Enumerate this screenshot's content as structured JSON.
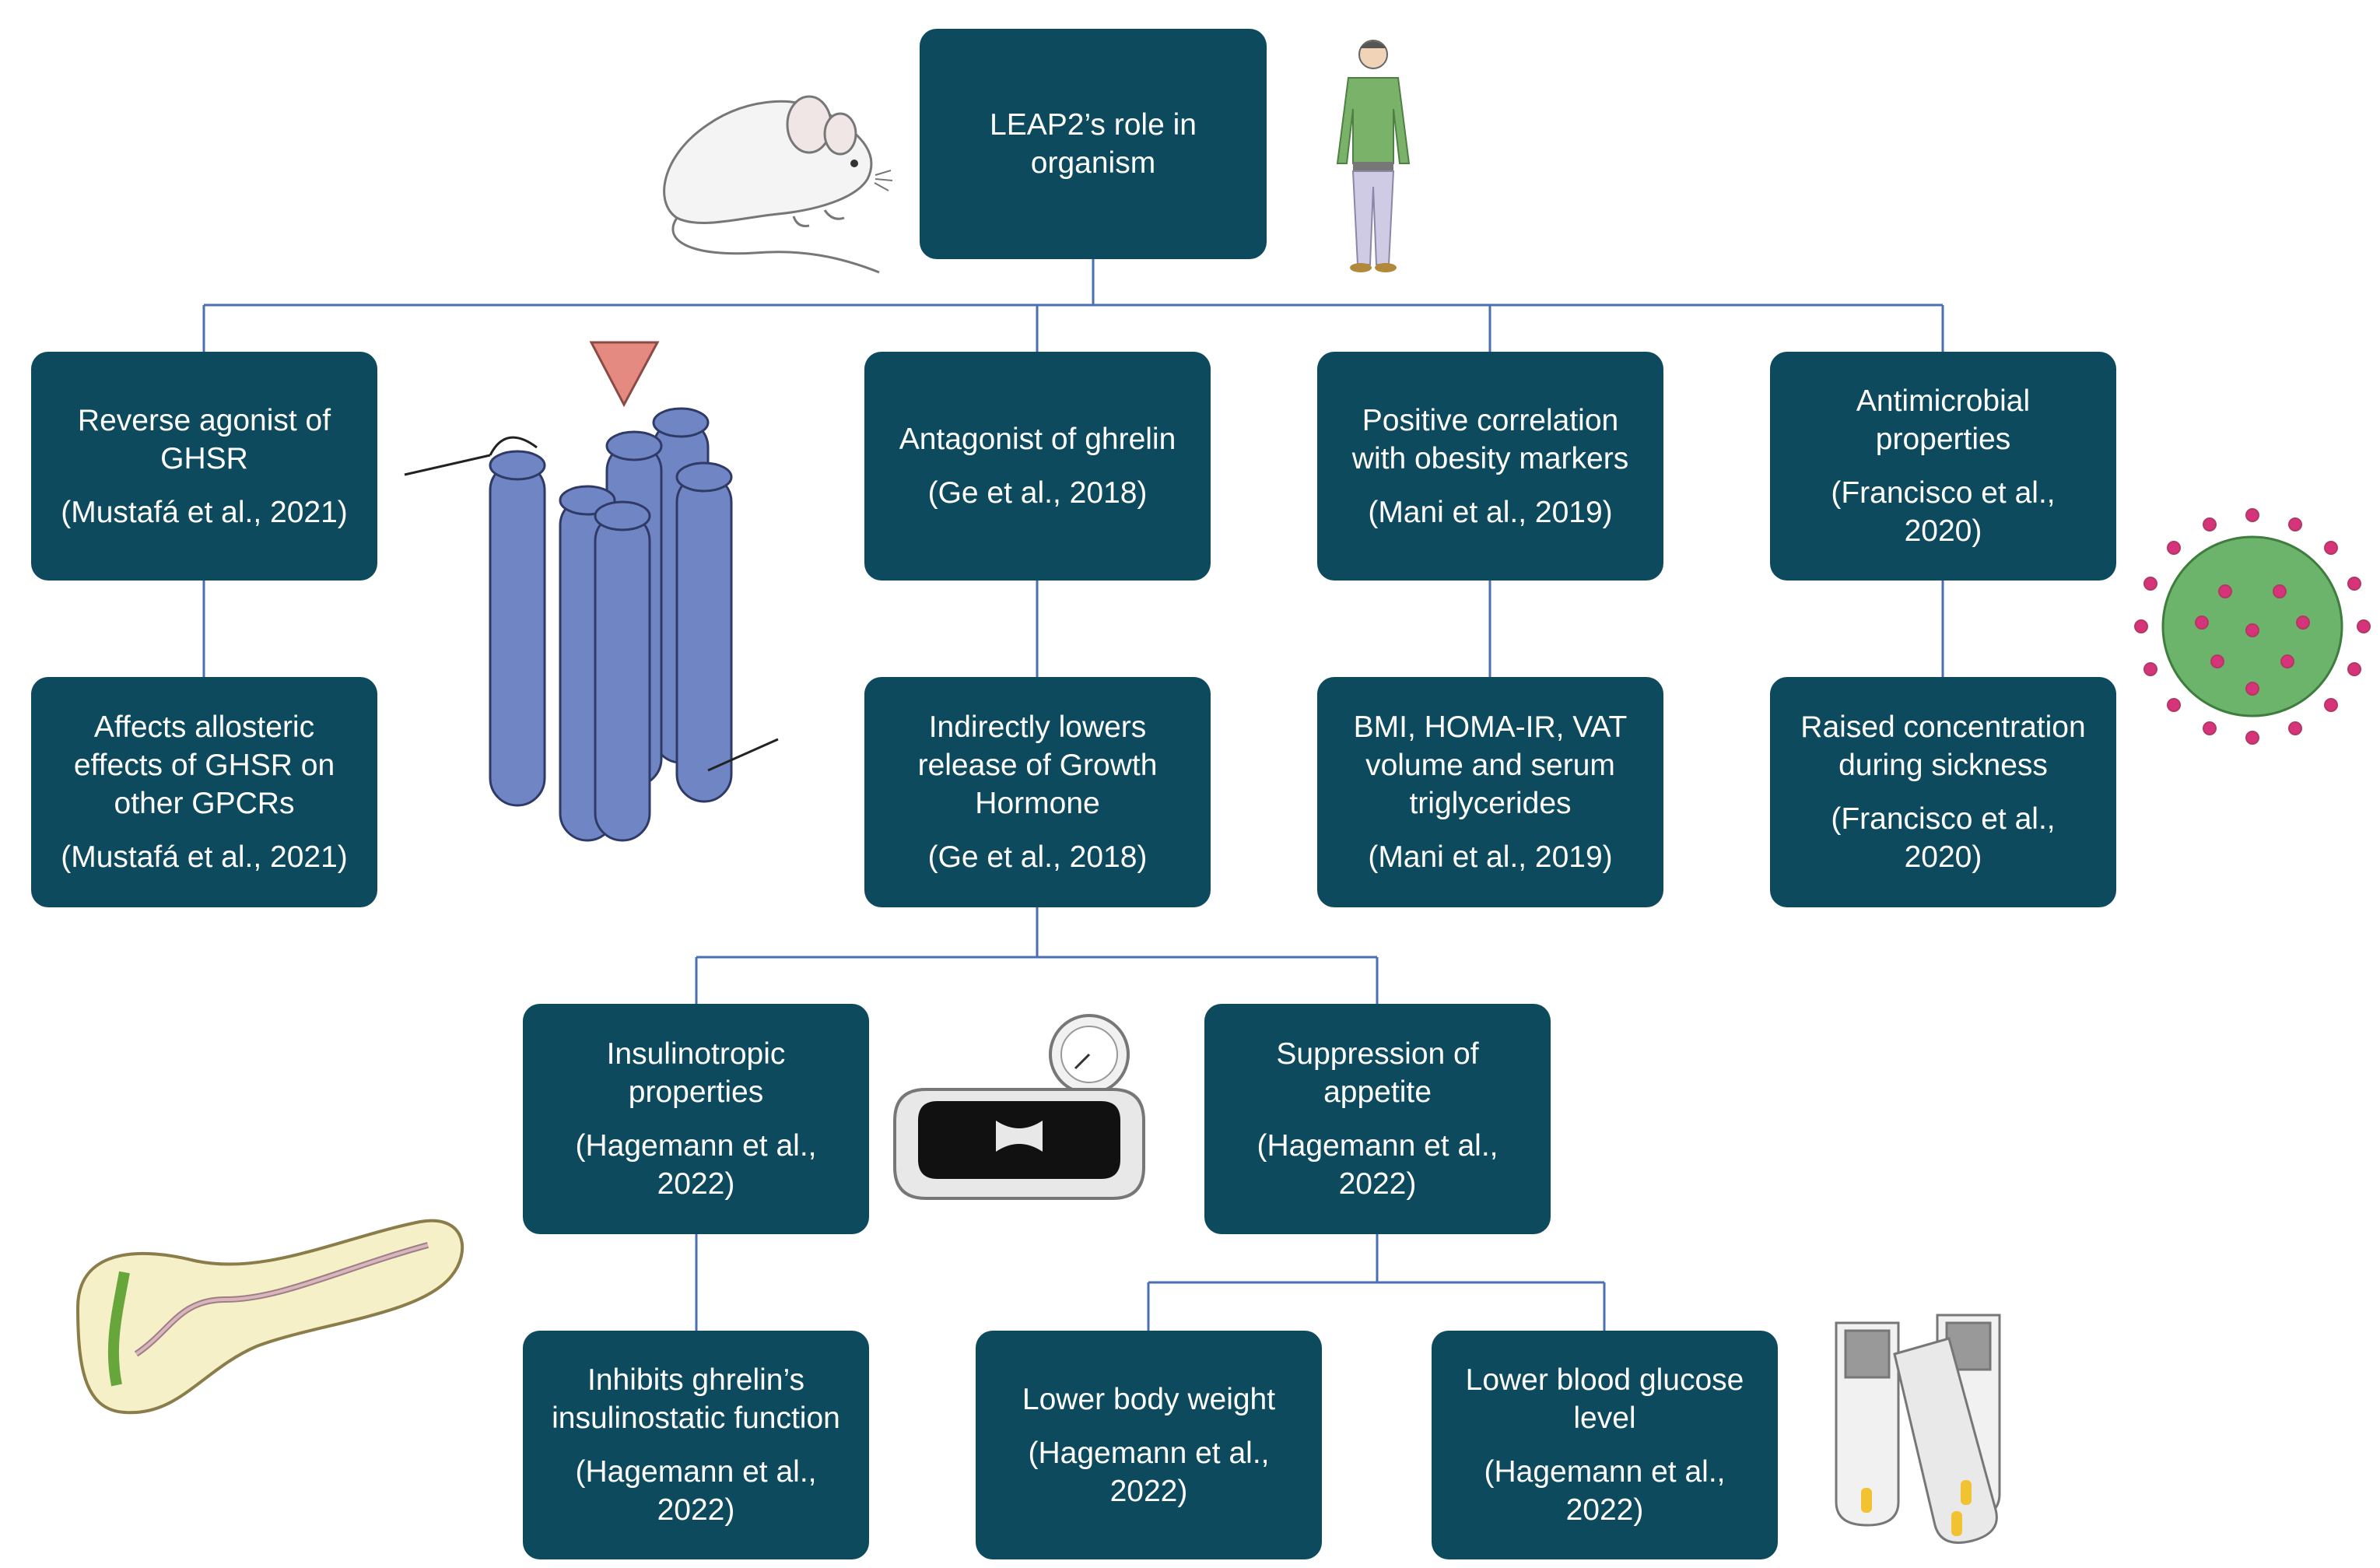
{
  "root": {
    "title": "LEAP2’s role in\norganism"
  },
  "branches": {
    "ghsr": {
      "title": "Reverse agonist of\nGHSR",
      "cite": "(Mustafá et al., 2021)"
    },
    "ghsr_child": {
      "title": "Affects allosteric\neffects of GHSR on\nother GPCRs",
      "cite": "(Mustafá et al., 2021)"
    },
    "ghrelin": {
      "title": "Antagonist of ghrelin",
      "cite": "(Ge et al., 2018)"
    },
    "ghrelin_child": {
      "title": "Indirectly lowers\nrelease of Growth\nHormone",
      "cite": "(Ge et al., 2018)"
    },
    "obesity": {
      "title": "Positive correlation\nwith obesity markers",
      "cite": "(Mani et al., 2019)"
    },
    "obesity_child": {
      "title": "BMI, HOMA-IR, VAT\nvolume and serum\ntriglycerides",
      "cite": "(Mani et al., 2019)"
    },
    "antimicrobial": {
      "title": "Antimicrobial\nproperties",
      "cite": "(Francisco et al.,\n2020)"
    },
    "antimicrobial_child": {
      "title": "Raised concentration\nduring sickness",
      "cite": "(Francisco et al.,\n2020)"
    },
    "insulinotropic": {
      "title": "Insulinotropic\nproperties",
      "cite": "(Hagemann et al.,\n2022)"
    },
    "insulinotropic_child": {
      "title": "Inhibits ghrelin’s\ninsulinostatic function",
      "cite": "(Hagemann et al.,\n2022)"
    },
    "appetite": {
      "title": "Suppression of\nappetite",
      "cite": "(Hagemann et al.,\n2022)"
    },
    "bodyweight": {
      "title": "Lower body weight",
      "cite": "(Hagemann et al.,\n2022)"
    },
    "glucose": {
      "title": "Lower blood glucose\nlevel",
      "cite": "(Hagemann et al.,\n2022)"
    }
  },
  "colors": {
    "node": "#0d4a5e",
    "connector": "#4a6fb5",
    "receptor": "#7086c4",
    "virus": "#6cb36c",
    "virus_spike": "#d6337a"
  },
  "icons": [
    "mouse-icon",
    "human-icon",
    "gpcr-receptor-icon",
    "virus-icon",
    "scale-icon",
    "pancreas-icon",
    "glucose-strips-icon"
  ]
}
